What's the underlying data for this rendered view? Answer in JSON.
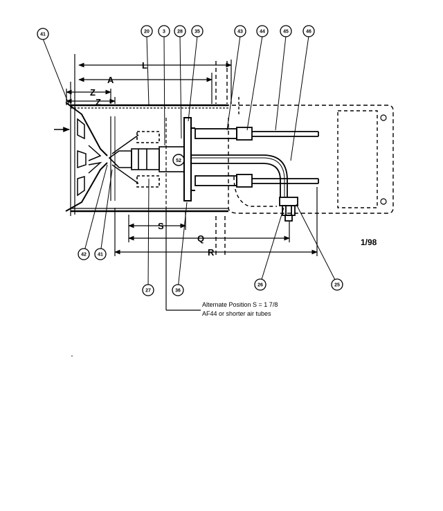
{
  "callouts": [
    {
      "label": "41"
    },
    {
      "label": "20"
    },
    {
      "label": "3"
    },
    {
      "label": "28"
    },
    {
      "label": "35"
    },
    {
      "label": "43"
    },
    {
      "label": "44"
    },
    {
      "label": "45"
    },
    {
      "label": "46"
    },
    {
      "label": "42"
    },
    {
      "label": "41"
    },
    {
      "label": "27"
    },
    {
      "label": "36"
    },
    {
      "label": "26"
    },
    {
      "label": "25"
    }
  ],
  "dimensions": {
    "L": "L",
    "A": "A",
    "Z_outer": "Z",
    "Z_inner": "Z",
    "S": "S",
    "Q": "Q",
    "R": "R"
  },
  "electrode_symbol": "52",
  "reference": "1/98",
  "note": {
    "line1": "Alternate Position S = 1 7/8",
    "line2": "AF44 or shorter air tubes"
  }
}
